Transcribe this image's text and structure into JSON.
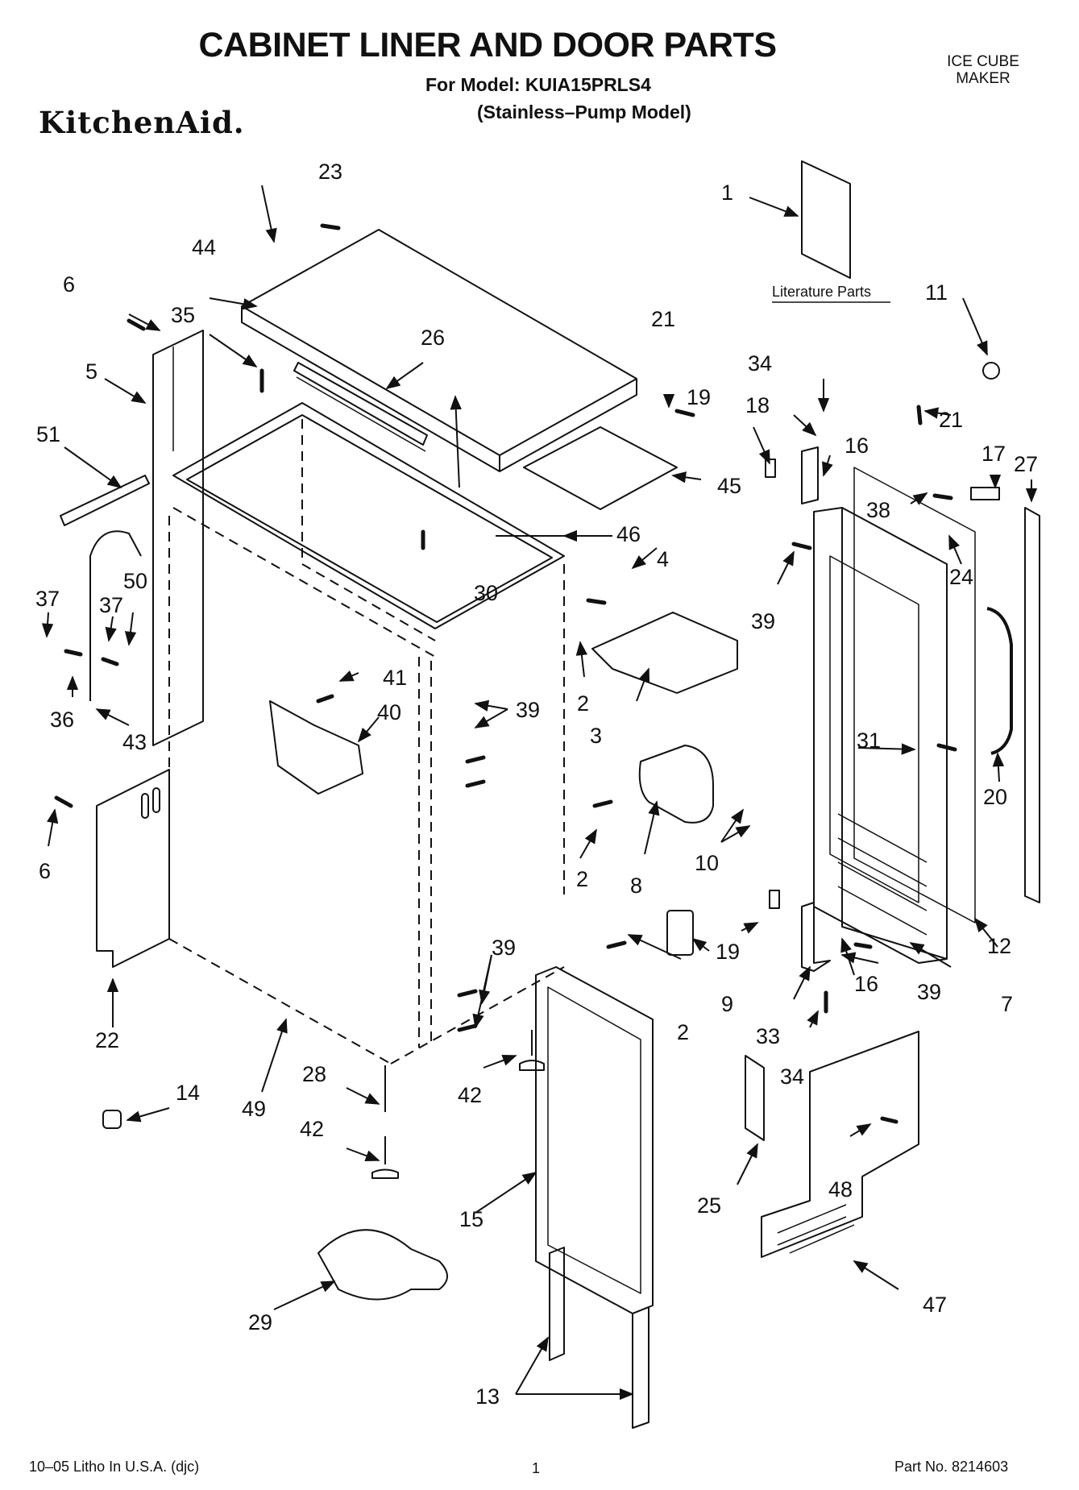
{
  "header": {
    "title": "CABINET LINER AND DOOR PARTS",
    "model": "For Model: KUIA15PRLS4",
    "variant": "(Stainless–Pump Model)",
    "category": "ICE CUBE\nMAKER",
    "brand": "KitchenAid."
  },
  "footer": {
    "litho": "10–05 Litho In U.S.A. (djc)",
    "page": "1",
    "part_no": "Part No. 8214603"
  },
  "diagram": {
    "literature_label": "Literature Parts",
    "callouts": {
      "c1": "1",
      "c2a": "2",
      "c2b": "2",
      "c2c": "2",
      "c3": "3",
      "c4": "4",
      "c5": "5",
      "c6a": "6",
      "c6b": "6",
      "c7": "7",
      "c8": "8",
      "c9": "9",
      "c10": "10",
      "c11": "11",
      "c12": "12",
      "c13": "13",
      "c14": "14",
      "c15": "15",
      "c16a": "16",
      "c16b": "16",
      "c17": "17",
      "c18": "18",
      "c19a": "19",
      "c19b": "19",
      "c20": "20",
      "c21a": "21",
      "c21b": "21",
      "c22": "22",
      "c23": "23",
      "c24": "24",
      "c25": "25",
      "c26": "26",
      "c27": "27",
      "c28": "28",
      "c29": "29",
      "c30": "30",
      "c31": "31",
      "c33": "33",
      "c34a": "34",
      "c34b": "34",
      "c35": "35",
      "c36": "36",
      "c37a": "37",
      "c37b": "37",
      "c38": "38",
      "c39a": "39",
      "c39b": "39",
      "c39c": "39",
      "c39d": "39",
      "c40": "40",
      "c41": "41",
      "c42a": "42",
      "c42b": "42",
      "c43": "43",
      "c44": "44",
      "c45": "45",
      "c46": "46",
      "c47": "47",
      "c48": "48",
      "c49": "49",
      "c50": "50",
      "c51": "51"
    }
  }
}
